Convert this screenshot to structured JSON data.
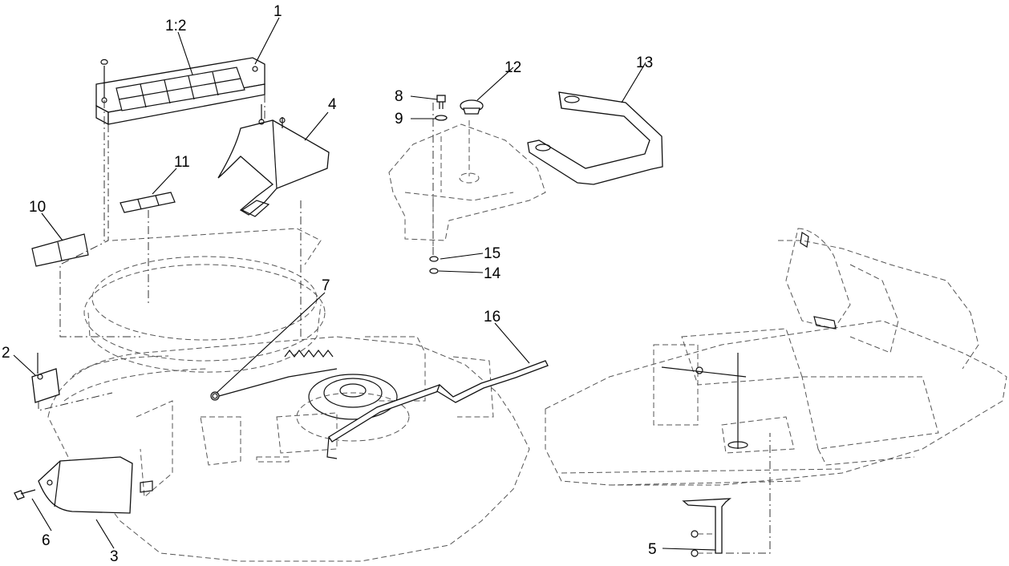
{
  "diagram": {
    "callouts": [
      {
        "id": "c1",
        "text": "1"
      },
      {
        "id": "c1_2",
        "text": "1:2"
      },
      {
        "id": "c2",
        "text": "2"
      },
      {
        "id": "c3",
        "text": "3"
      },
      {
        "id": "c4",
        "text": "4"
      },
      {
        "id": "c5",
        "text": "5"
      },
      {
        "id": "c6",
        "text": "6"
      },
      {
        "id": "c7",
        "text": "7"
      },
      {
        "id": "c8",
        "text": "8"
      },
      {
        "id": "c9",
        "text": "9"
      },
      {
        "id": "c10",
        "text": "10"
      },
      {
        "id": "c11",
        "text": "11"
      },
      {
        "id": "c12",
        "text": "12"
      },
      {
        "id": "c13",
        "text": "13"
      },
      {
        "id": "c14",
        "text": "14"
      },
      {
        "id": "c15",
        "text": "15"
      },
      {
        "id": "c16",
        "text": "16"
      }
    ]
  }
}
